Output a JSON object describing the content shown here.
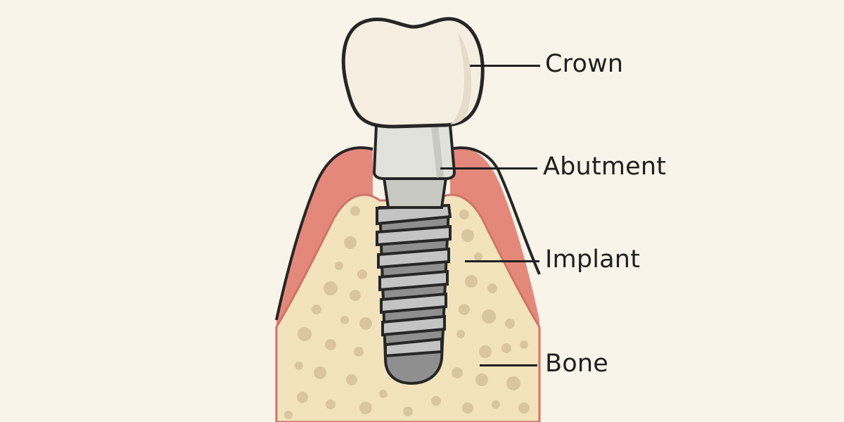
{
  "diagram": {
    "subject": "Dental implant anatomy",
    "colors": {
      "background": "#f8f4ea",
      "crown": "#f6efe1",
      "crown_shade": "#e6dccb",
      "abutment": "#e2e2dc",
      "abutment_shade": "#c9c9c4",
      "implant": "#a7a7a7",
      "implant_thread": "#c4c4c4",
      "implant_dark": "#8f8f8f",
      "gum": "#e5887c",
      "gum_inner": "#cf7468",
      "bone": "#f2e3bd",
      "bone_pores": "#d9c6a1",
      "outline": "#262626"
    },
    "labels": [
      {
        "id": "crown",
        "text": "Crown"
      },
      {
        "id": "abutment",
        "text": "Abutment"
      },
      {
        "id": "implant",
        "text": "Implant"
      },
      {
        "id": "bone",
        "text": "Bone"
      }
    ]
  }
}
